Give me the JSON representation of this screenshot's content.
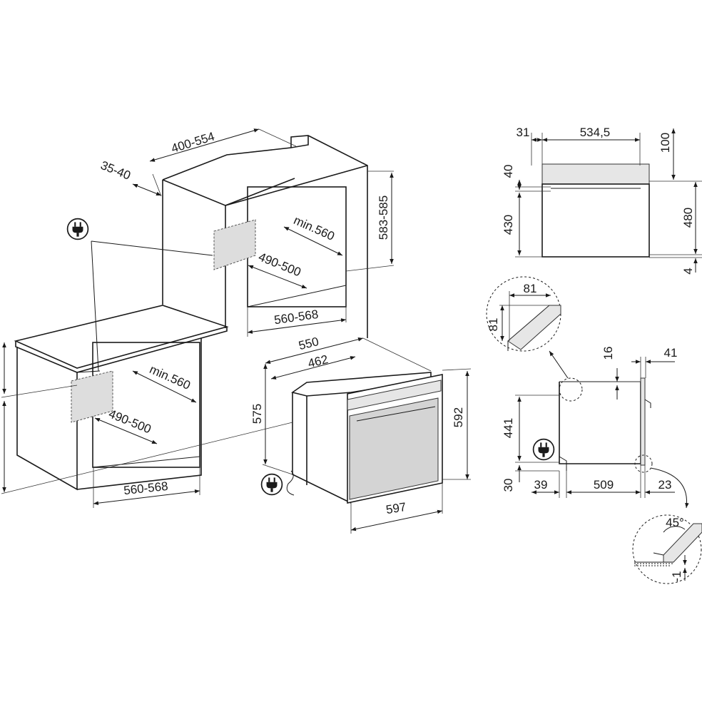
{
  "dimensions": {
    "cabinet_depth": "400-554",
    "cabinet_gap": "35-40",
    "column_height": "583-585",
    "column_min_depth": "min.560",
    "column_niche_height": "490-500",
    "column_niche_width": "560-568",
    "under_min_depth": "min.560",
    "under_niche_height": "490-500",
    "under_niche_width": "560-568",
    "oven_depth_total": "550",
    "oven_depth_body": "462",
    "oven_body_height": "575",
    "oven_front_height": "592",
    "oven_front_width": "597",
    "top_side_offset": "31",
    "top_width": "534,5",
    "top_right_height": "100",
    "front_panel_height": "40",
    "front_body_height": "430",
    "front_total_height": "480",
    "front_bottom_gap": "4",
    "detail_a_width": "81",
    "detail_a_height": "81",
    "side_top_gap": "16",
    "side_door_depth": "41",
    "side_height": "441",
    "side_bottom": "30",
    "side_rear_offset": "39",
    "side_depth": "509",
    "side_front_offset": "23",
    "detail_b_angle": "45°",
    "detail_b_offset": "-1"
  },
  "icons": {
    "plug_column": "plug-icon",
    "plug_oven": "plug-icon",
    "plug_side": "plug-icon"
  }
}
